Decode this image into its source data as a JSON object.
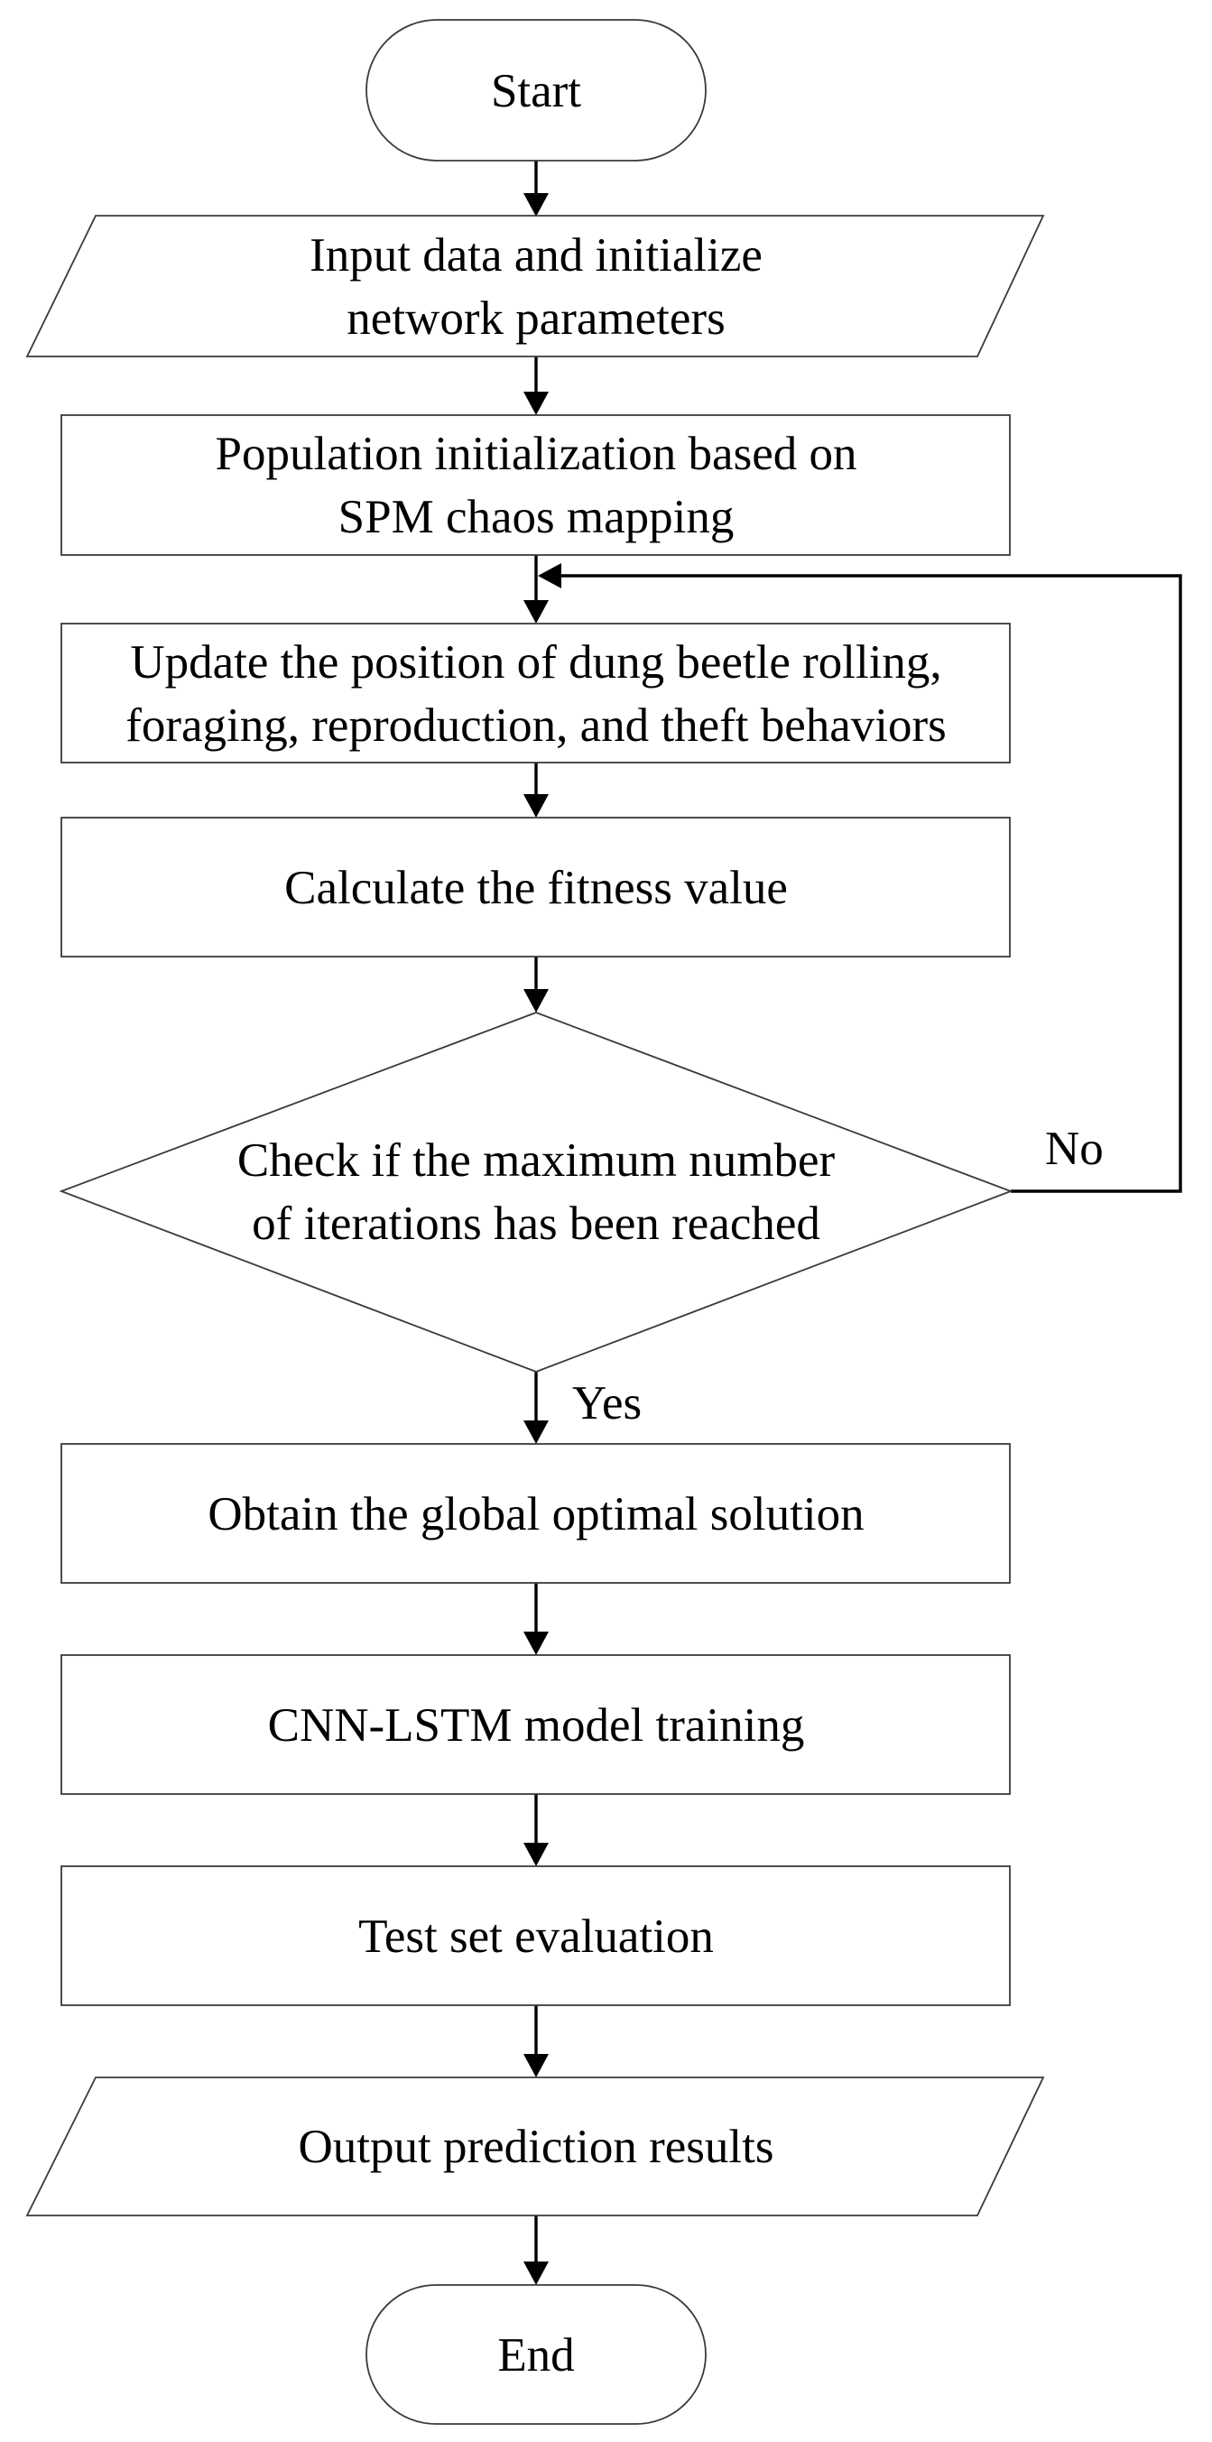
{
  "nodes": {
    "start": {
      "label": [
        "Start"
      ]
    },
    "input": {
      "label": [
        "Input data and initialize",
        "network parameters"
      ]
    },
    "population_init": {
      "label": [
        "Population initialization based on",
        "SPM chaos mapping"
      ]
    },
    "update_position": {
      "label": [
        "Update the position of dung beetle rolling,",
        "foraging, reproduction, and theft behaviors"
      ]
    },
    "fitness": {
      "label": [
        "Calculate the fitness value"
      ]
    },
    "check_iterations": {
      "label": [
        "Check if the maximum number",
        "of iterations has been reached"
      ]
    },
    "global_optimal": {
      "label": [
        "Obtain the global optimal solution"
      ]
    },
    "model_training": {
      "label": [
        "CNN-LSTM model training"
      ]
    },
    "test_eval": {
      "label": [
        "Test set evaluation"
      ]
    },
    "output": {
      "label": [
        "Output prediction results"
      ]
    },
    "end": {
      "label": [
        "End"
      ]
    }
  },
  "edges": {
    "no_label": "No",
    "yes_label": "Yes"
  }
}
